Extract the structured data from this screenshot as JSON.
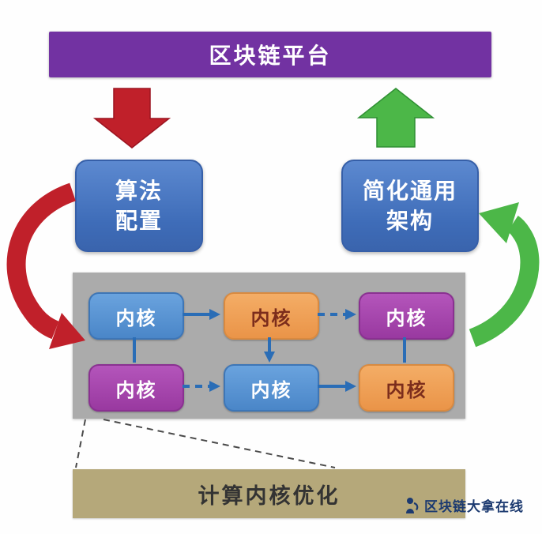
{
  "banner": {
    "label": "区块链平台"
  },
  "flow": {
    "left_box": {
      "line1": "算法",
      "line2": "配置"
    },
    "right_box": {
      "line1": "简化通用",
      "line2": "架构"
    }
  },
  "kernels": {
    "rows": [
      [
        "内核",
        "内核",
        "内核"
      ],
      [
        "内核",
        "内核",
        "内核"
      ]
    ],
    "row_colors": [
      [
        "blue",
        "orange",
        "purple"
      ],
      [
        "purple",
        "blue",
        "orange"
      ]
    ]
  },
  "bottom": {
    "label": "计算内核优化"
  },
  "watermark": {
    "label": "区块链大拿在线"
  },
  "colors": {
    "banner_purple": "#7232a2",
    "arrow_red": "#c0202a",
    "arrow_green": "#4cb748",
    "flow_box_blue": "#3e6cb8",
    "kernel_blue": "#4a86c8",
    "kernel_orange": "#ea9448",
    "kernel_purple": "#9939a0",
    "kernel_orange_text": "#7c2d1c",
    "panel_gray": "#ababab",
    "bottom_tan": "#b5a87a",
    "connector_blue": "#2a6db6",
    "watermark_navy": "#1c3a70"
  }
}
